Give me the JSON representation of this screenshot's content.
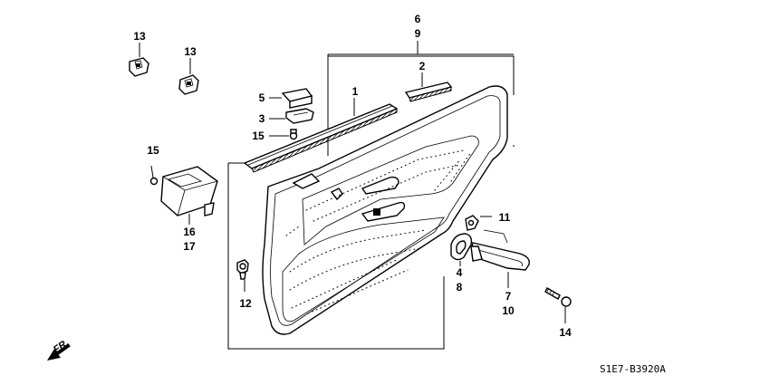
{
  "callouts": [
    {
      "id": "c6",
      "text": "6"
    },
    {
      "id": "c9",
      "text": "9"
    },
    {
      "id": "c2",
      "text": "2"
    },
    {
      "id": "c1",
      "text": "1"
    },
    {
      "id": "c5",
      "text": "5"
    },
    {
      "id": "c3",
      "text": "3"
    },
    {
      "id": "c15a",
      "text": "15"
    },
    {
      "id": "c13a",
      "text": "13"
    },
    {
      "id": "c13b",
      "text": "13"
    },
    {
      "id": "c15b",
      "text": "15"
    },
    {
      "id": "c16",
      "text": "16"
    },
    {
      "id": "c17",
      "text": "17"
    },
    {
      "id": "c12",
      "text": "12"
    },
    {
      "id": "c11",
      "text": "11"
    },
    {
      "id": "c4",
      "text": "4"
    },
    {
      "id": "c8",
      "text": "8"
    },
    {
      "id": "c7",
      "text": "7"
    },
    {
      "id": "c10",
      "text": "10"
    },
    {
      "id": "c14",
      "text": "14"
    }
  ],
  "direction_label": "FR.",
  "diagram_code": "S1E7-B3920A"
}
